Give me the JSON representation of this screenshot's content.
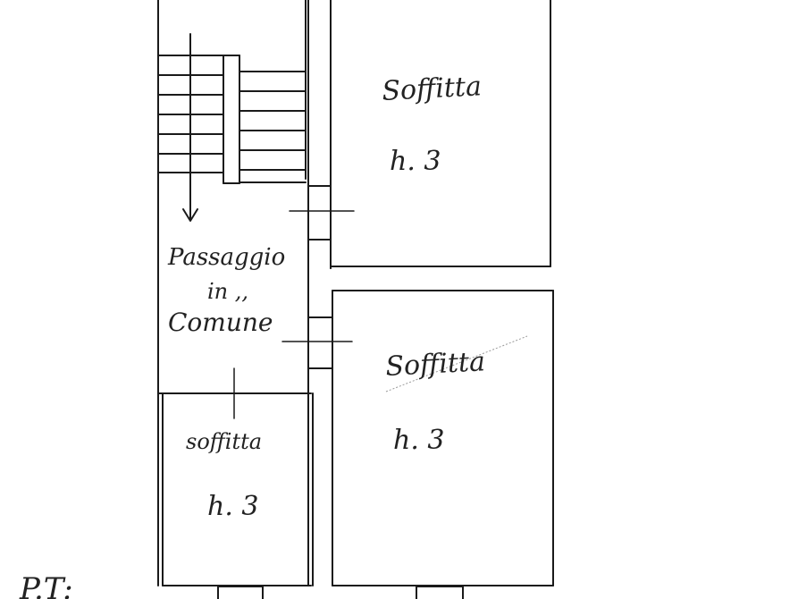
{
  "rooms": {
    "top_right": {
      "name": "Soffitta",
      "height": "h. 3"
    },
    "bottom_right": {
      "name": "Soffitta",
      "height": "h. 3"
    },
    "bottom_left": {
      "name": "soffitta",
      "height": "h. 3"
    }
  },
  "corridor": {
    "line1": "Passaggio",
    "line2": "in ,,",
    "line3": "Comune"
  },
  "floor_label": "P.T:"
}
